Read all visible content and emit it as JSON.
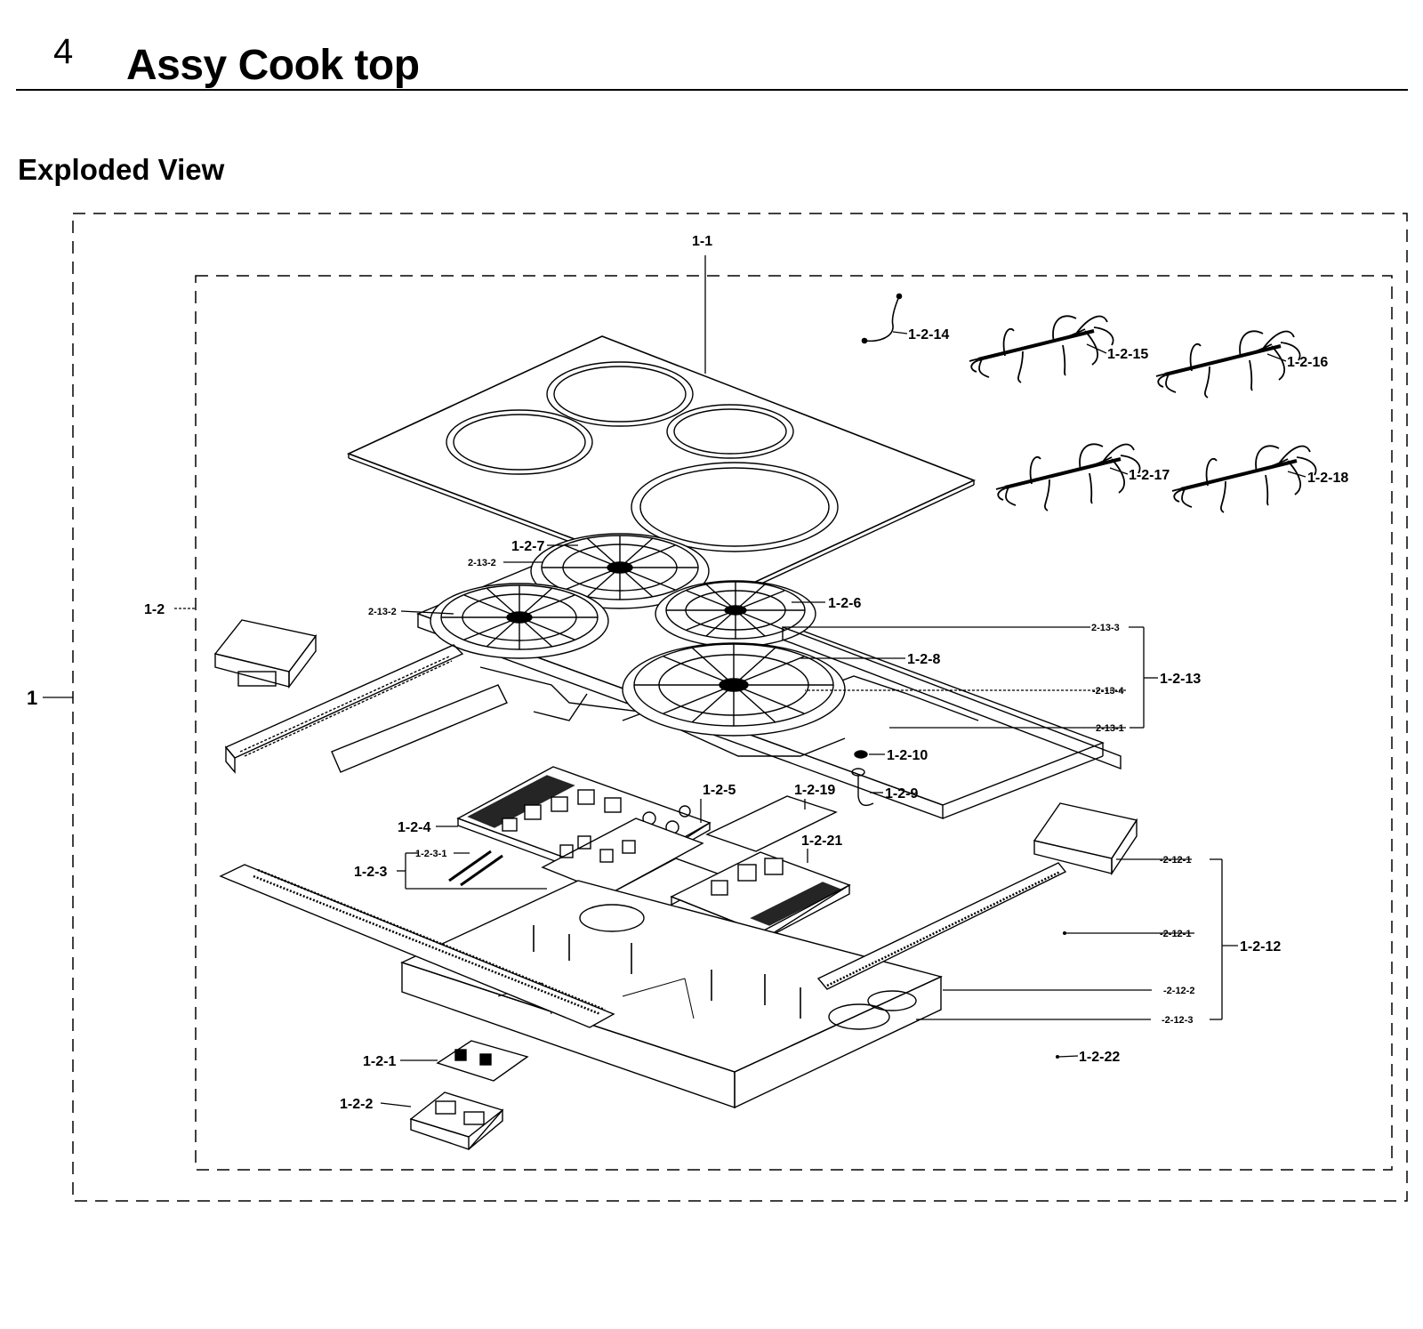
{
  "header": {
    "section_number": "4",
    "title": "Assy Cook top",
    "subtitle": "Exploded View"
  },
  "callouts": {
    "c1": "1",
    "c1_1": "1-1",
    "c1_2": "1-2",
    "c1_2_1": "1-2-1",
    "c1_2_2": "1-2-2",
    "c1_2_3": "1-2-3",
    "c1_2_3_1": "1-2-3-1",
    "c1_2_4": "1-2-4",
    "c1_2_5": "1-2-5",
    "c1_2_6": "1-2-6",
    "c1_2_7": "1-2-7",
    "c1_2_8": "1-2-8",
    "c1_2_9": "1-2-9",
    "c1_2_10": "1-2-10",
    "c1_2_12": "1-2-12",
    "c1_2_12_1a": "-2-12-1",
    "c1_2_12_1b": "-2-12-1",
    "c1_2_12_2": "-2-12-2",
    "c1_2_12_3": "-2-12-3",
    "c1_2_13": "1-2-13",
    "c1_2_13_1": "2-13-1",
    "c1_2_13_2a": "2-13-2",
    "c1_2_13_2b": "2-13-2",
    "c1_2_13_3": "2-13-3",
    "c1_2_13_4": "-2-13-4",
    "c1_2_14": "1-2-14",
    "c1_2_15": "1-2-15",
    "c1_2_16": "1-2-16",
    "c1_2_17": "1-2-17",
    "c1_2_18": "1-2-18",
    "c1_2_19": "1-2-19",
    "c1_2_21": "1-2-21",
    "c1_2_22": "1-2-22"
  }
}
